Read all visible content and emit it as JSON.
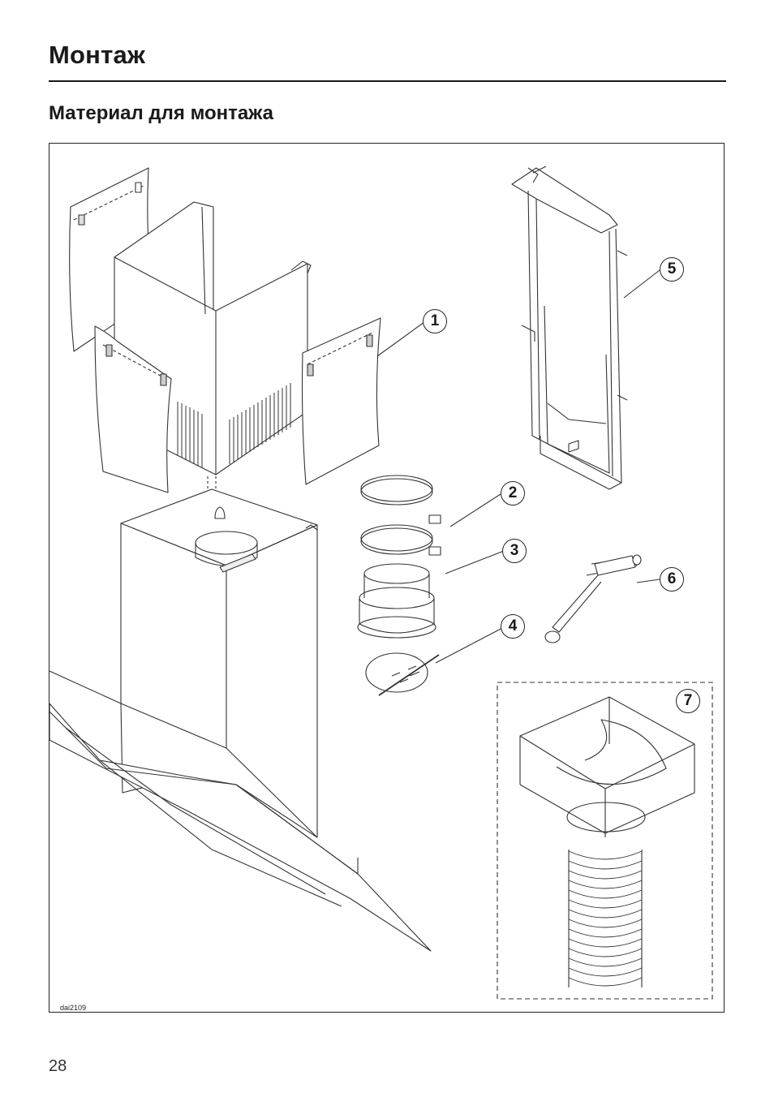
{
  "header": {
    "title": "Монтаж"
  },
  "section": {
    "title": "Материал для монтажа"
  },
  "figure": {
    "code": "dai2109",
    "callouts": [
      {
        "id": "c1",
        "label": "1"
      },
      {
        "id": "c2",
        "label": "2"
      },
      {
        "id": "c3",
        "label": "3"
      },
      {
        "id": "c4",
        "label": "4"
      },
      {
        "id": "c5",
        "label": "5"
      },
      {
        "id": "c6",
        "label": "6"
      },
      {
        "id": "c7",
        "label": "7"
      }
    ]
  },
  "footer": {
    "page_number": "28"
  }
}
